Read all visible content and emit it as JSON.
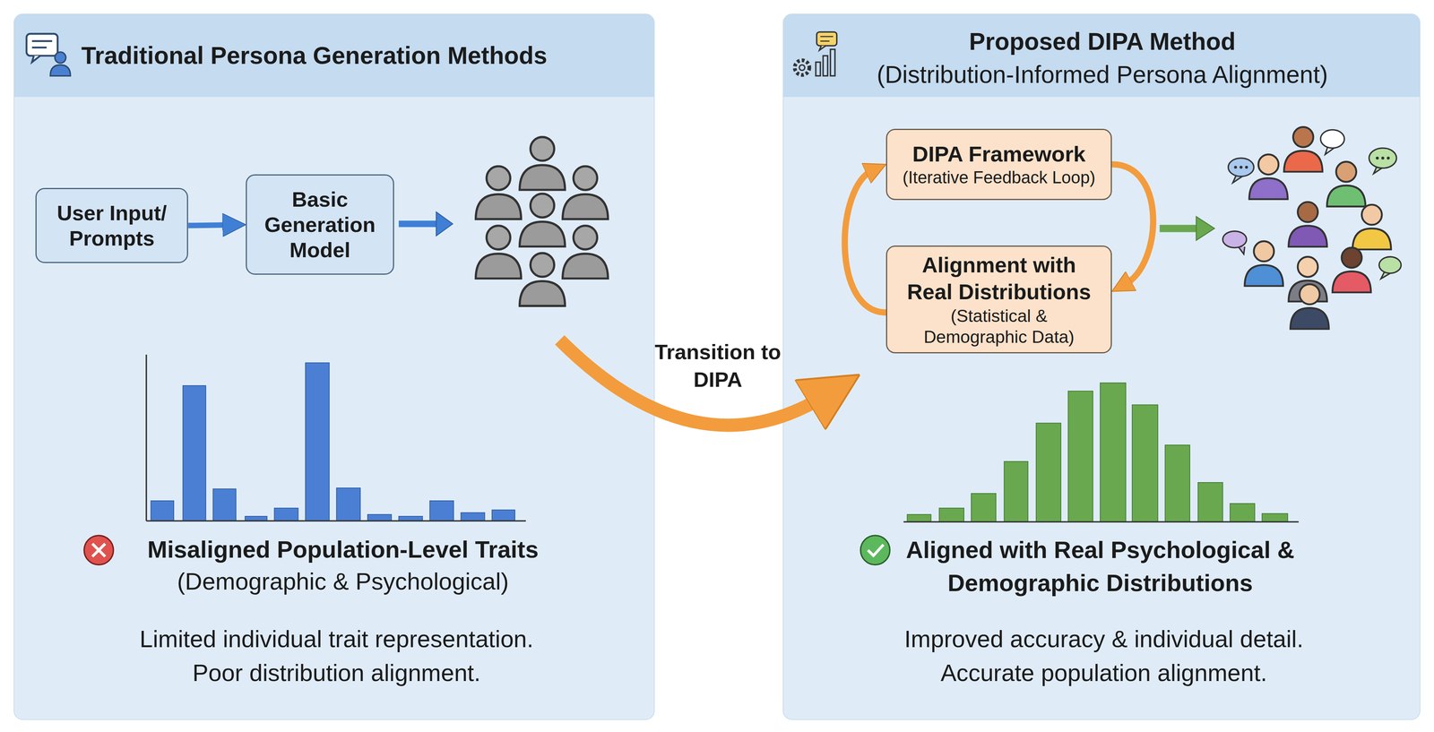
{
  "diagram": {
    "nodes": [
      {
        "text": [
          "Traditional Persona Generation Methods"
        ]
      },
      {
        "text": [
          "User Input/ Prompts"
        ],
        "in": 0
      },
      {
        "text": [
          "Basic Generation Model"
        ],
        "in": 0
      },
      {
        "text": [
          "Proposed DIPA Method",
          "(Distribution-Informed Persona Alignment)"
        ]
      },
      {
        "text": [
          "DIPA Framework",
          "(Iterative Feedback Loop)"
        ],
        "in": 3
      },
      {
        "text": [
          "Alignment with Real Distributions",
          "(Statistical & Demographic Data)"
        ],
        "in": 3
      }
    ],
    "edges": [
      {
        "from": 1,
        "to": 2,
        "arrow": "to"
      },
      {
        "from": 0,
        "to": 3,
        "label": "Transition to DIPA",
        "arrow": "to"
      },
      {
        "from": 4,
        "to": 5,
        "arrow": "to"
      },
      {
        "from": 5,
        "to": 4,
        "arrow": "to"
      }
    ],
    "labels": [
      "Misaligned Population-Level Traits",
      "(Demographic & Psychological)",
      "Limited individual trait representation.",
      "Poor distribution alignment.",
      "Aligned with Real Psychological & Demographic Distributions",
      "Improved accuracy & individual detail.",
      "Accurate population alignment."
    ]
  }
}
